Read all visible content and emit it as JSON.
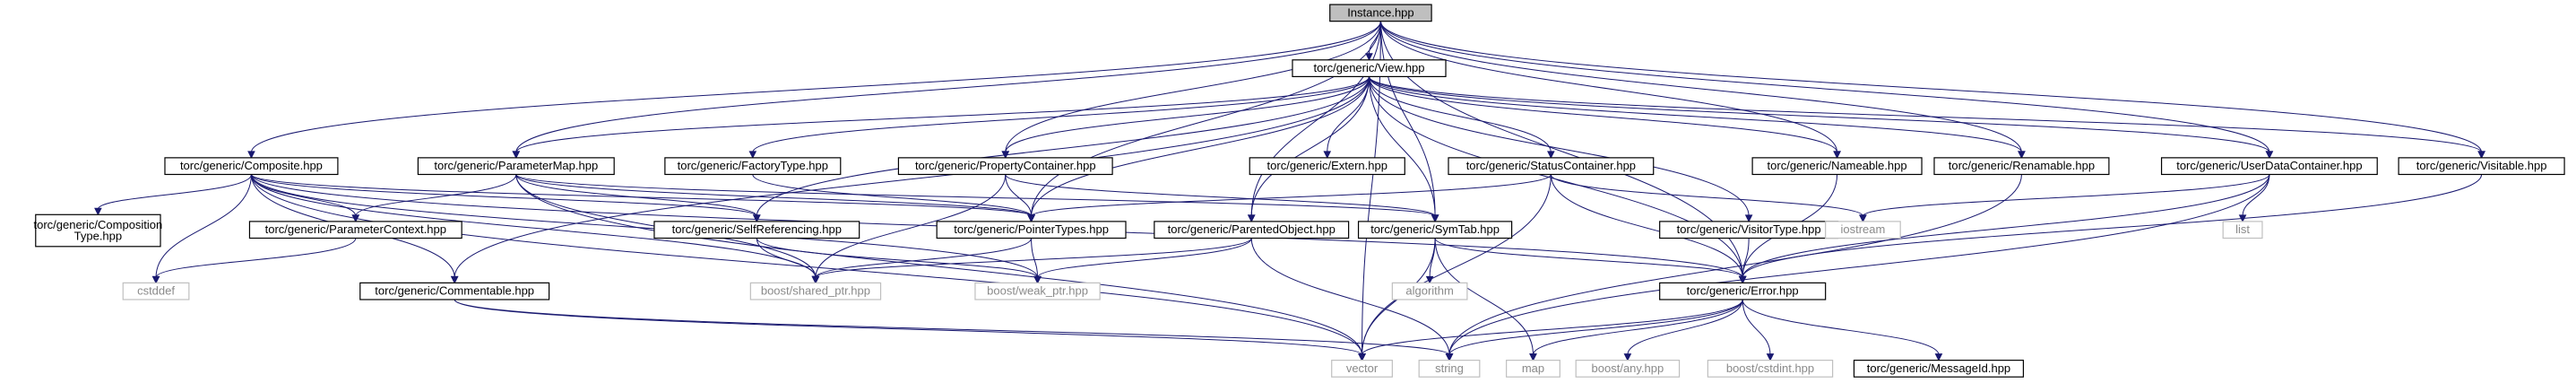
{
  "graph": {
    "nodes": [
      {
        "id": "instance",
        "label": "Instance.hpp",
        "kind": "root"
      },
      {
        "id": "view",
        "label": "torc/generic/View.hpp",
        "kind": "internal"
      },
      {
        "id": "composite",
        "label": "torc/generic/Composite.hpp",
        "kind": "internal"
      },
      {
        "id": "parametermap",
        "label": "torc/generic/ParameterMap.hpp",
        "kind": "internal"
      },
      {
        "id": "factorytype",
        "label": "torc/generic/FactoryType.hpp",
        "kind": "internal"
      },
      {
        "id": "propertycontainer",
        "label": "torc/generic/PropertyContainer.hpp",
        "kind": "internal"
      },
      {
        "id": "extern",
        "label": "torc/generic/Extern.hpp",
        "kind": "internal"
      },
      {
        "id": "statuscontainer",
        "label": "torc/generic/StatusContainer.hpp",
        "kind": "internal"
      },
      {
        "id": "nameable",
        "label": "torc/generic/Nameable.hpp",
        "kind": "internal"
      },
      {
        "id": "renamable",
        "label": "torc/generic/Renamable.hpp",
        "kind": "internal"
      },
      {
        "id": "userdatacontainer",
        "label": "torc/generic/UserDataContainer.hpp",
        "kind": "internal"
      },
      {
        "id": "visitable",
        "label": "torc/generic/Visitable.hpp",
        "kind": "internal"
      },
      {
        "id": "compositiontype",
        "label": [
          "torc/generic/Composition",
          "Type.hpp"
        ],
        "kind": "internal"
      },
      {
        "id": "parametercontext",
        "label": "torc/generic/ParameterContext.hpp",
        "kind": "internal"
      },
      {
        "id": "selfreferencing",
        "label": "torc/generic/SelfReferencing.hpp",
        "kind": "internal"
      },
      {
        "id": "pointertypes",
        "label": "torc/generic/PointerTypes.hpp",
        "kind": "internal"
      },
      {
        "id": "parentedobject",
        "label": "torc/generic/ParentedObject.hpp",
        "kind": "internal"
      },
      {
        "id": "symtab",
        "label": "torc/generic/SymTab.hpp",
        "kind": "internal"
      },
      {
        "id": "visitortype",
        "label": "torc/generic/VisitorType.hpp",
        "kind": "internal"
      },
      {
        "id": "iostream",
        "label": "iostream",
        "kind": "external"
      },
      {
        "id": "list",
        "label": "list",
        "kind": "external"
      },
      {
        "id": "cstddef",
        "label": "cstddef",
        "kind": "external"
      },
      {
        "id": "commentable",
        "label": "torc/generic/Commentable.hpp",
        "kind": "internal"
      },
      {
        "id": "sharedptr",
        "label": "boost/shared_ptr.hpp",
        "kind": "external"
      },
      {
        "id": "weakptr",
        "label": "boost/weak_ptr.hpp",
        "kind": "external"
      },
      {
        "id": "algorithm",
        "label": "algorithm",
        "kind": "external"
      },
      {
        "id": "error",
        "label": "torc/generic/Error.hpp",
        "kind": "internal"
      },
      {
        "id": "vector",
        "label": "vector",
        "kind": "external"
      },
      {
        "id": "string",
        "label": "string",
        "kind": "external"
      },
      {
        "id": "map",
        "label": "map",
        "kind": "external"
      },
      {
        "id": "boostany",
        "label": "boost/any.hpp",
        "kind": "external"
      },
      {
        "id": "cstdint",
        "label": "boost/cstdint.hpp",
        "kind": "external"
      },
      {
        "id": "messageid",
        "label": "torc/generic/MessageId.hpp",
        "kind": "internal"
      }
    ],
    "edges": [
      [
        "instance",
        "view"
      ],
      [
        "instance",
        "composite"
      ],
      [
        "instance",
        "parametermap"
      ],
      [
        "instance",
        "propertycontainer"
      ],
      [
        "instance",
        "nameable"
      ],
      [
        "instance",
        "renamable"
      ],
      [
        "instance",
        "userdatacontainer"
      ],
      [
        "instance",
        "visitable"
      ],
      [
        "instance",
        "pointertypes"
      ],
      [
        "instance",
        "parentedobject"
      ],
      [
        "instance",
        "symtab"
      ],
      [
        "instance",
        "error"
      ],
      [
        "instance",
        "vector"
      ],
      [
        "view",
        "parametermap"
      ],
      [
        "view",
        "factorytype"
      ],
      [
        "view",
        "propertycontainer"
      ],
      [
        "view",
        "extern"
      ],
      [
        "view",
        "statuscontainer"
      ],
      [
        "view",
        "nameable"
      ],
      [
        "view",
        "renamable"
      ],
      [
        "view",
        "userdatacontainer"
      ],
      [
        "view",
        "visitable"
      ],
      [
        "view",
        "selfreferencing"
      ],
      [
        "view",
        "pointertypes"
      ],
      [
        "view",
        "parentedobject"
      ],
      [
        "view",
        "symtab"
      ],
      [
        "view",
        "visitortype"
      ],
      [
        "view",
        "commentable"
      ],
      [
        "view",
        "error"
      ],
      [
        "composite",
        "compositiontype"
      ],
      [
        "composite",
        "parametercontext"
      ],
      [
        "composite",
        "selfreferencing"
      ],
      [
        "composite",
        "pointertypes"
      ],
      [
        "composite",
        "error"
      ],
      [
        "composite",
        "cstddef"
      ],
      [
        "composite",
        "commentable"
      ],
      [
        "composite",
        "sharedptr"
      ],
      [
        "composite",
        "weakptr"
      ],
      [
        "composite",
        "vector"
      ],
      [
        "parametermap",
        "parametercontext"
      ],
      [
        "parametermap",
        "selfreferencing"
      ],
      [
        "parametermap",
        "pointertypes"
      ],
      [
        "parametermap",
        "symtab"
      ],
      [
        "parametermap",
        "sharedptr"
      ],
      [
        "parametermap",
        "vector"
      ],
      [
        "factorytype",
        "pointertypes"
      ],
      [
        "propertycontainer",
        "pointertypes"
      ],
      [
        "propertycontainer",
        "symtab"
      ],
      [
        "propertycontainer",
        "sharedptr"
      ],
      [
        "statuscontainer",
        "pointertypes"
      ],
      [
        "statuscontainer",
        "error"
      ],
      [
        "statuscontainer",
        "iostream"
      ],
      [
        "statuscontainer",
        "vector"
      ],
      [
        "nameable",
        "error"
      ],
      [
        "renamable",
        "string"
      ],
      [
        "userdatacontainer",
        "list"
      ],
      [
        "userdatacontainer",
        "iostream"
      ],
      [
        "userdatacontainer",
        "error"
      ],
      [
        "userdatacontainer",
        "string"
      ],
      [
        "visitable",
        "error"
      ],
      [
        "parametercontext",
        "cstddef"
      ],
      [
        "selfreferencing",
        "sharedptr"
      ],
      [
        "selfreferencing",
        "weakptr"
      ],
      [
        "pointertypes",
        "sharedptr"
      ],
      [
        "pointertypes",
        "weakptr"
      ],
      [
        "parentedobject",
        "sharedptr"
      ],
      [
        "parentedobject",
        "weakptr"
      ],
      [
        "parentedobject",
        "string"
      ],
      [
        "symtab",
        "algorithm"
      ],
      [
        "symtab",
        "map"
      ],
      [
        "symtab",
        "vector"
      ],
      [
        "symtab",
        "error"
      ],
      [
        "visitortype",
        "error"
      ],
      [
        "commentable",
        "vector"
      ],
      [
        "commentable",
        "string"
      ],
      [
        "error",
        "vector"
      ],
      [
        "error",
        "string"
      ],
      [
        "error",
        "map"
      ],
      [
        "error",
        "boostany"
      ],
      [
        "error",
        "cstdint"
      ],
      [
        "error",
        "messageid"
      ]
    ]
  }
}
